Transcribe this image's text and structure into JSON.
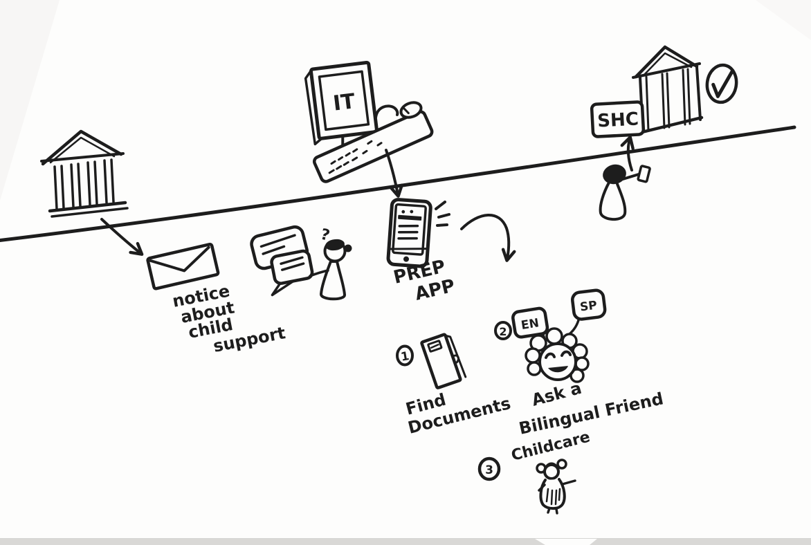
{
  "colors": {
    "ink": "#1d1d1d",
    "paper": "#fdfdfc",
    "footer_strip": "#d9d8d6"
  },
  "sketch": {
    "it_label": "IT",
    "shc_label": "SHC",
    "question_mark": "?",
    "notice_lines": [
      "notice",
      "about",
      "child",
      "support"
    ],
    "prep_app_lines": [
      "PREP",
      "APP"
    ],
    "step1": {
      "num": "1",
      "line1": "Find",
      "line2": "Documents"
    },
    "step2": {
      "num": "2",
      "bubble_en": "EN",
      "bubble_sp": "SP",
      "line1": "Ask a",
      "line2": "Bilingual Friend"
    },
    "step3": {
      "num": "3",
      "label": "Childcare"
    }
  }
}
